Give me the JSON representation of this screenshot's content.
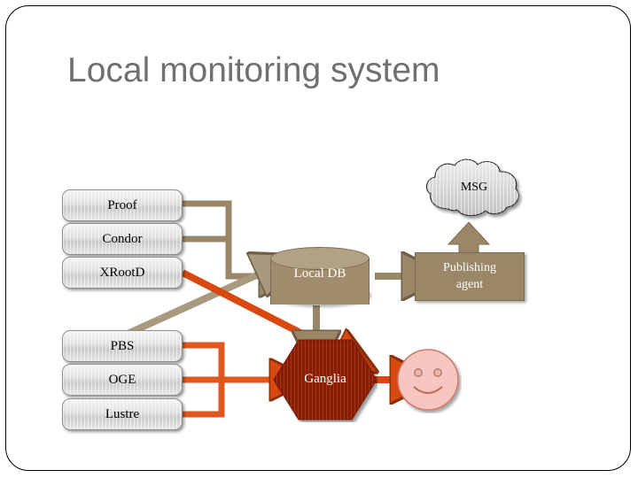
{
  "slide": {
    "title": "Local monitoring system",
    "title_color": "#707070",
    "background": "#ffffff",
    "border_color": "#000000"
  },
  "palette": {
    "grey_box_fill": "#d9d9d9",
    "khaki": "#9a8768",
    "khaki_light": "#a08d6d",
    "khaki_border": "#7d6b4f",
    "orange": "#d9480f",
    "orange_connector": "#e0561d",
    "dark_red": "#8b1a06",
    "pink": "#f7c6c0",
    "pink_dark": "#c97a6a",
    "cloud_grey": "#d2d2d2"
  },
  "sources": {
    "top_group": [
      {
        "label": "Proof",
        "id": "proof"
      },
      {
        "label": "Condor",
        "id": "condor"
      },
      {
        "label": "XRootD",
        "id": "xrootd"
      }
    ],
    "bottom_group": [
      {
        "label": "PBS",
        "id": "pbs"
      },
      {
        "label": "OGE",
        "id": "oge"
      },
      {
        "label": "Lustre",
        "id": "lustre"
      }
    ]
  },
  "nodes": {
    "local_db": {
      "label": "Local DB",
      "shape": "cylinder",
      "fill": "#a08d6d"
    },
    "publishing_agent": {
      "label_line1": "Publishing",
      "label_line2": "agent",
      "shape": "rectangle",
      "fill": "#9a8768"
    },
    "msg": {
      "label": "MSG",
      "shape": "cloud",
      "fill": "#d2d2d2"
    },
    "ganglia": {
      "label": "Ganglia",
      "shape": "hexagon",
      "fill": "#8b1a06"
    },
    "smiley": {
      "label": "",
      "shape": "smiley-face",
      "fill": "#f7c6c0"
    }
  },
  "connections": [
    {
      "from": "proof",
      "to": "local_db",
      "color": "#9a8768",
      "style": "elbow"
    },
    {
      "from": "condor",
      "to": "local_db",
      "color": "#9a8768",
      "style": "elbow"
    },
    {
      "from": "xrootd",
      "to": "ganglia",
      "color": "#d9480f",
      "style": "diagonal"
    },
    {
      "from": "pbs",
      "to": "local_db",
      "color": "#a99a7f",
      "style": "diagonal"
    },
    {
      "from": "pbs",
      "to": "ganglia",
      "color": "#e0561d",
      "style": "elbow"
    },
    {
      "from": "oge",
      "to": "ganglia",
      "color": "#e0561d",
      "style": "elbow"
    },
    {
      "from": "lustre",
      "to": "ganglia",
      "color": "#e0561d",
      "style": "elbow"
    },
    {
      "from": "local_db",
      "to": "publishing_agent",
      "color": "#9a8768",
      "style": "arrow-right"
    },
    {
      "from": "local_db",
      "to": "ganglia",
      "color": "#9a8768",
      "style": "arrow-down"
    },
    {
      "from": "publishing_agent",
      "to": "msg",
      "color": "#9a8768",
      "style": "arrow-up"
    },
    {
      "from": "ganglia",
      "to": "smiley",
      "color": "#d9480f",
      "style": "arrow-right"
    }
  ]
}
